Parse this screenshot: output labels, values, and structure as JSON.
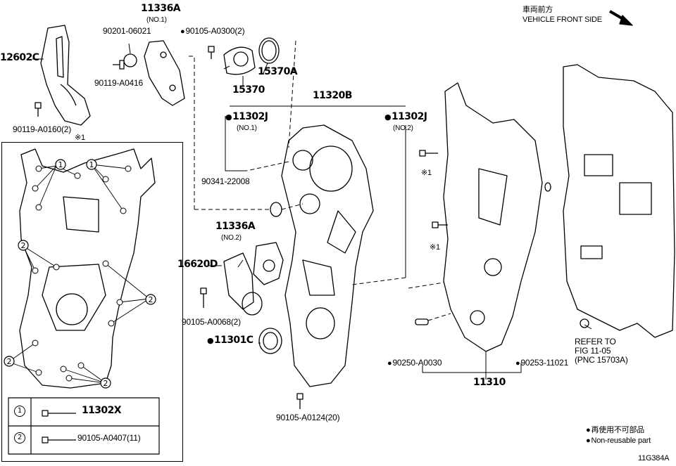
{
  "header": {
    "vehicle_front_jp": "車両前方",
    "vehicle_front_en": "VEHICLE FRONT SIDE"
  },
  "parts": {
    "p12602C": "12602C",
    "p11336A_1": "11336A",
    "p11336A_1_sub": "(NO.1)",
    "p90201": "90201-06021",
    "p90119_0416": "90119-A0416",
    "p90119_0160": "90119-A0160(2)",
    "p_note1_top": "※1",
    "p90105_0300": "90105-A0300(2)",
    "p15370A": "15370A",
    "p15370": "15370",
    "p11320B": "11320B",
    "p11302J_1": "11302J",
    "p11302J_1_sub": "(NO.1)",
    "p11302J_2": "11302J",
    "p11302J_2_sub": "(NO.2)",
    "p90341": "90341-22008",
    "p11336A_2": "11336A",
    "p11336A_2_sub": "(NO.2)",
    "p16620D": "16620D",
    "p90105_0068": "90105-A0068(2)",
    "p11301C": "11301C",
    "p90105_0124": "90105-A0124(20)",
    "p_note1_a": "※1",
    "p_note1_b": "※1",
    "p90250": "90250-A0030",
    "p90253": "90253-11021",
    "p11310": "11310",
    "refer_1": "REFER TO",
    "refer_2": "FIG 11-05",
    "refer_3": "(PNC 15703A)"
  },
  "inset": {
    "callout_1": "1",
    "callout_2": "2",
    "legend": [
      {
        "num": "1",
        "part": "11302X"
      },
      {
        "num": "2",
        "part": "90105-A0407(11)"
      }
    ]
  },
  "notes": {
    "non_reusable_jp": "再使用不可部品",
    "non_reusable_en": "Non-reusable part"
  },
  "figure_id": "11G384A"
}
